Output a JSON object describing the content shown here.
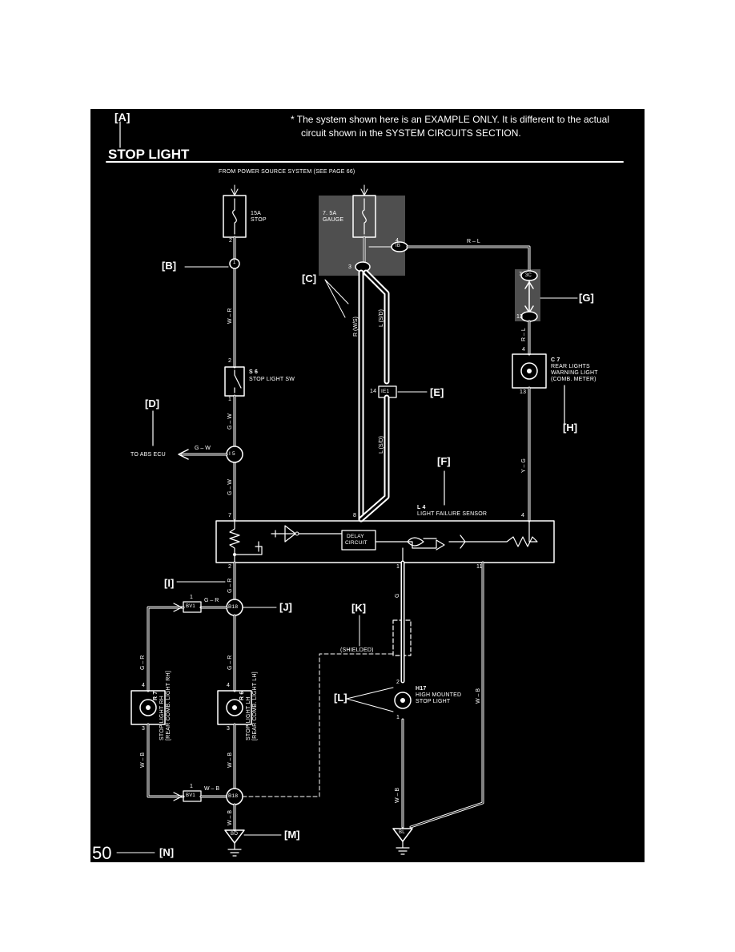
{
  "header": {
    "label_a": "[A]",
    "title": "STOP LIGHT",
    "note_line1": "* The system shown here is an EXAMPLE ONLY. It is different to the actual",
    "note_line2": "circuit shown in the SYSTEM CIRCUITS SECTION."
  },
  "diagram": {
    "from_power": "FROM POWER SOURCE SYSTEM (SEE PAGE 66)",
    "fuse_stop": {
      "rating": "15A",
      "name": "STOP"
    },
    "fuse_gauge": {
      "rating": "7. 5A",
      "name": "GAUGE"
    },
    "callouts": {
      "B": "[B]",
      "C": "[C]",
      "D": "[D]",
      "E": "[E]",
      "F": "[F]",
      "G": "[G]",
      "H": "[H]",
      "I": "[I]",
      "J": "[J]",
      "K": "[K]",
      "L": "[L]",
      "M": "[M]",
      "N": "[N]"
    },
    "stop_switch": {
      "code": "S 6",
      "name": "STOP LIGHT SW"
    },
    "abs_ecu": "TO ABS ECU",
    "connector_e": "IE1",
    "sensor": {
      "code": "L 4",
      "name": "LIGHT FAILURE SENSOR",
      "delay_line1": "DELAY",
      "delay_line2": "CIRCUIT"
    },
    "warning_light": {
      "code": "C 7",
      "line1": "REAR LIGHTS",
      "line2": "WARNING LIGHT",
      "line3": "(COMB. METER)"
    },
    "high_mount": {
      "code": "H17",
      "line1": "HIGH MOUNTED",
      "line2": "STOP LIGHT"
    },
    "light_rh": {
      "code": "R 7",
      "line1": "STOP LIGHT RH",
      "line2": "[REAR COMB. LIGHT RH]"
    },
    "light_lh": {
      "code": "R 6",
      "line1": "STOP LIGHT LH",
      "line2": "[REAR COMB. LIGHT LH]"
    },
    "shielded": "(SHIELDED)",
    "connectors": {
      "j1": "1",
      "i5": "I 5",
      "b18a": "B18",
      "b18b": "B18",
      "bv1a": "BV1",
      "bv1b": "BV1",
      "ib": "IB",
      "ic": "3C",
      "gnd_bo": "BO",
      "gnd_bl": "BL"
    },
    "wire_colors": {
      "w_r": "W – R",
      "g_w": "G – W",
      "r_w": "R (W/S)",
      "l_sd": "L (S/D)",
      "r_l": "R – L",
      "y_g": "Y – G",
      "g_r": "G – R",
      "w_b": "W – B",
      "g": "G"
    },
    "pins": {
      "p2": "2",
      "p1": "1",
      "p3": "3",
      "p4": "4",
      "p7": "7",
      "p8": "8",
      "p11": "11",
      "p13": "13",
      "p14": "14",
      "p12": "12"
    }
  },
  "footer": {
    "page_number": "50"
  }
}
